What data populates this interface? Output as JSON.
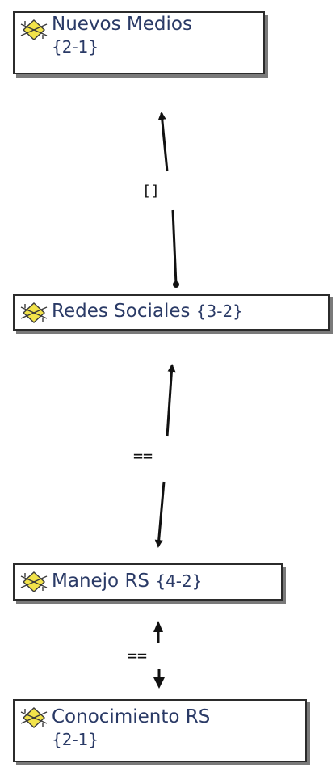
{
  "nodes": [
    {
      "id": "nuevos-medios",
      "title": "Nuevos Medios",
      "code": "{2-1}"
    },
    {
      "id": "redes-sociales",
      "title": "Redes Sociales",
      "code": "{3-2}"
    },
    {
      "id": "manejo-rs",
      "title": "Manejo RS",
      "code": "{4-2}"
    },
    {
      "id": "conocimiento-rs",
      "title": "Conocimiento RS",
      "code": "{2-1}"
    }
  ],
  "links": [
    {
      "from": "redes-sociales",
      "to": "nuevos-medios",
      "label": "[]"
    },
    {
      "from": "redes-sociales",
      "to": "manejo-rs",
      "label": "=="
    },
    {
      "from": "manejo-rs",
      "to": "conocimiento-rs",
      "label": "=="
    }
  ],
  "colors": {
    "node_text": "#2a3a66",
    "node_border": "#2b2b2b",
    "shadow": "#7a7a7a",
    "icon_fill": "#f2e34a",
    "icon_stroke": "#3a3a3a",
    "link": "#111111"
  }
}
